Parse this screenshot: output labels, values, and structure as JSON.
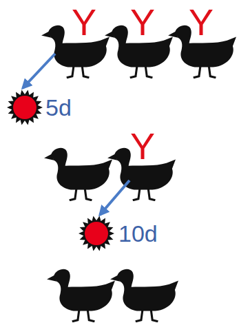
{
  "diagram": {
    "labels": [
      "Y",
      "Y",
      "Y",
      "5d",
      "Y",
      "10d"
    ]
  }
}
